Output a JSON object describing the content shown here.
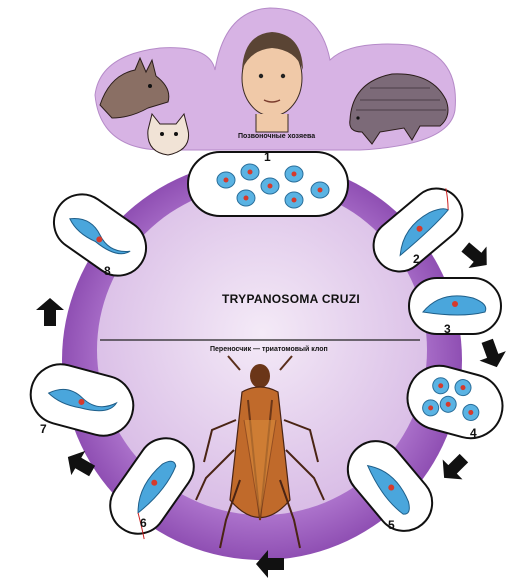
{
  "title": "TRYPANOSOMA CRUZI",
  "hosts_label": "Позвоночные хозяева",
  "vector_label": "Переносчик — триатомовый клоп",
  "stages": [
    {
      "number": "1",
      "form": "amastigote-cluster"
    },
    {
      "number": "2",
      "form": "trypomastigote"
    },
    {
      "number": "3",
      "form": "epimastigote"
    },
    {
      "number": "4",
      "form": "round-forms"
    },
    {
      "number": "5",
      "form": "epimastigote"
    },
    {
      "number": "6",
      "form": "epimastigote"
    },
    {
      "number": "7",
      "form": "metacyclic-trypomastigote"
    },
    {
      "number": "8",
      "form": "trypomastigote"
    }
  ],
  "colors": {
    "ring": "#a66bc7",
    "ring_light": "#e7d3ef",
    "parasite": "#2f9ad6",
    "nucleus": "#d63a2c",
    "arrow": "#111111"
  }
}
